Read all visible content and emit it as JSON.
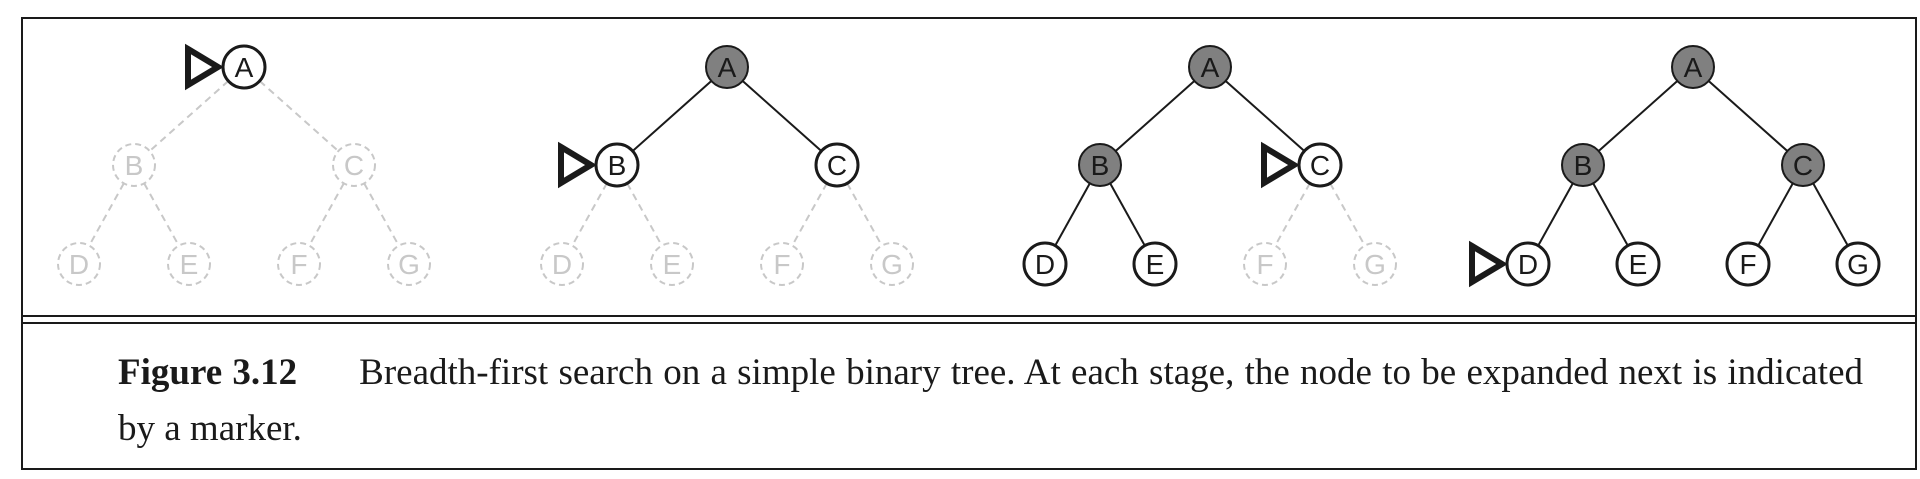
{
  "figure": {
    "label": "Figure 3.12",
    "caption": "Breadth-first search on a simple binary tree. At each stage, the node to be expanded next is indicated by a marker."
  },
  "colors": {
    "expanded_fill": "#808080",
    "frontier_fill": "#ffffff",
    "unseen_stroke": "#c8c8c8",
    "line": "#1a1a1a"
  },
  "diagram": {
    "nodes": [
      "A",
      "B",
      "C",
      "D",
      "E",
      "F",
      "G"
    ],
    "edges": [
      [
        "A",
        "B"
      ],
      [
        "A",
        "C"
      ],
      [
        "B",
        "D"
      ],
      [
        "B",
        "E"
      ],
      [
        "C",
        "F"
      ],
      [
        "C",
        "G"
      ]
    ],
    "stages": [
      {
        "expanded": [],
        "frontier": [
          "A"
        ],
        "unseen": [
          "B",
          "C",
          "D",
          "E",
          "F",
          "G"
        ],
        "marker": "A"
      },
      {
        "expanded": [
          "A"
        ],
        "frontier": [
          "B",
          "C"
        ],
        "unseen": [
          "D",
          "E",
          "F",
          "G"
        ],
        "marker": "B"
      },
      {
        "expanded": [
          "A",
          "B"
        ],
        "frontier": [
          "C",
          "D",
          "E"
        ],
        "unseen": [
          "F",
          "G"
        ],
        "marker": "C"
      },
      {
        "expanded": [
          "A",
          "B",
          "C"
        ],
        "frontier": [
          "D",
          "E",
          "F",
          "G"
        ],
        "unseen": [],
        "marker": "D"
      }
    ]
  }
}
